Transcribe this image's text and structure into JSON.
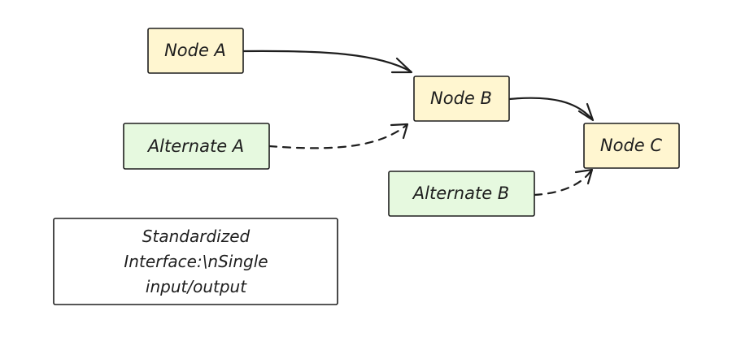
{
  "diagram": {
    "nodes": {
      "node_a": {
        "label": "Node A",
        "kind": "primary"
      },
      "node_b": {
        "label": "Node B",
        "kind": "primary"
      },
      "node_c": {
        "label": "Node C",
        "kind": "primary"
      },
      "alternate_a": {
        "label": "Alternate A",
        "kind": "alternate"
      },
      "alternate_b": {
        "label": "Alternate B",
        "kind": "alternate"
      }
    },
    "note": {
      "lines": [
        "Standardized",
        "Interface:\\nSingle",
        "input/output"
      ]
    },
    "edges": [
      {
        "from": "Node A",
        "to": "Node B",
        "style": "solid"
      },
      {
        "from": "Node B",
        "to": "Node C",
        "style": "solid"
      },
      {
        "from": "Alternate A",
        "to": "Node B",
        "style": "dashed"
      },
      {
        "from": "Alternate B",
        "to": "Node C",
        "style": "dashed"
      }
    ],
    "colors": {
      "primary_fill": "#fff6d0",
      "alternate_fill": "#e6f9df",
      "note_fill": "#ffffff",
      "stroke": "#1e1e1e"
    }
  }
}
